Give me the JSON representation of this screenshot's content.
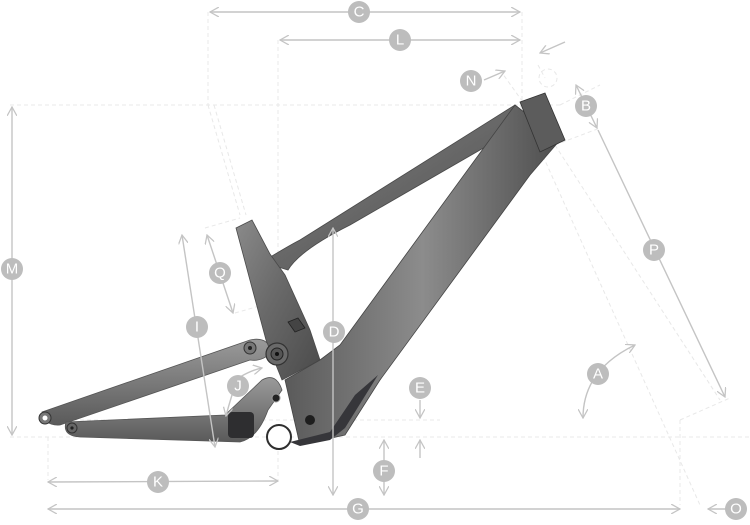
{
  "diagram": {
    "subject": "Full-suspension e-MTB frame geometry",
    "colors": {
      "label_circle": "#bdbdbd",
      "label_text": "#ffffff",
      "dimension_line": "#c4c4c4",
      "frame": "#6e6e6e",
      "motor_guard": "#3a3a3e"
    },
    "labels": {
      "A": "A",
      "B": "B",
      "C": "C",
      "D": "D",
      "E": "E",
      "F": "F",
      "G": "G",
      "I": "I",
      "J": "J",
      "K": "K",
      "L": "L",
      "M": "M",
      "N": "N",
      "O": "O",
      "P": "P",
      "Q": "Q"
    }
  }
}
